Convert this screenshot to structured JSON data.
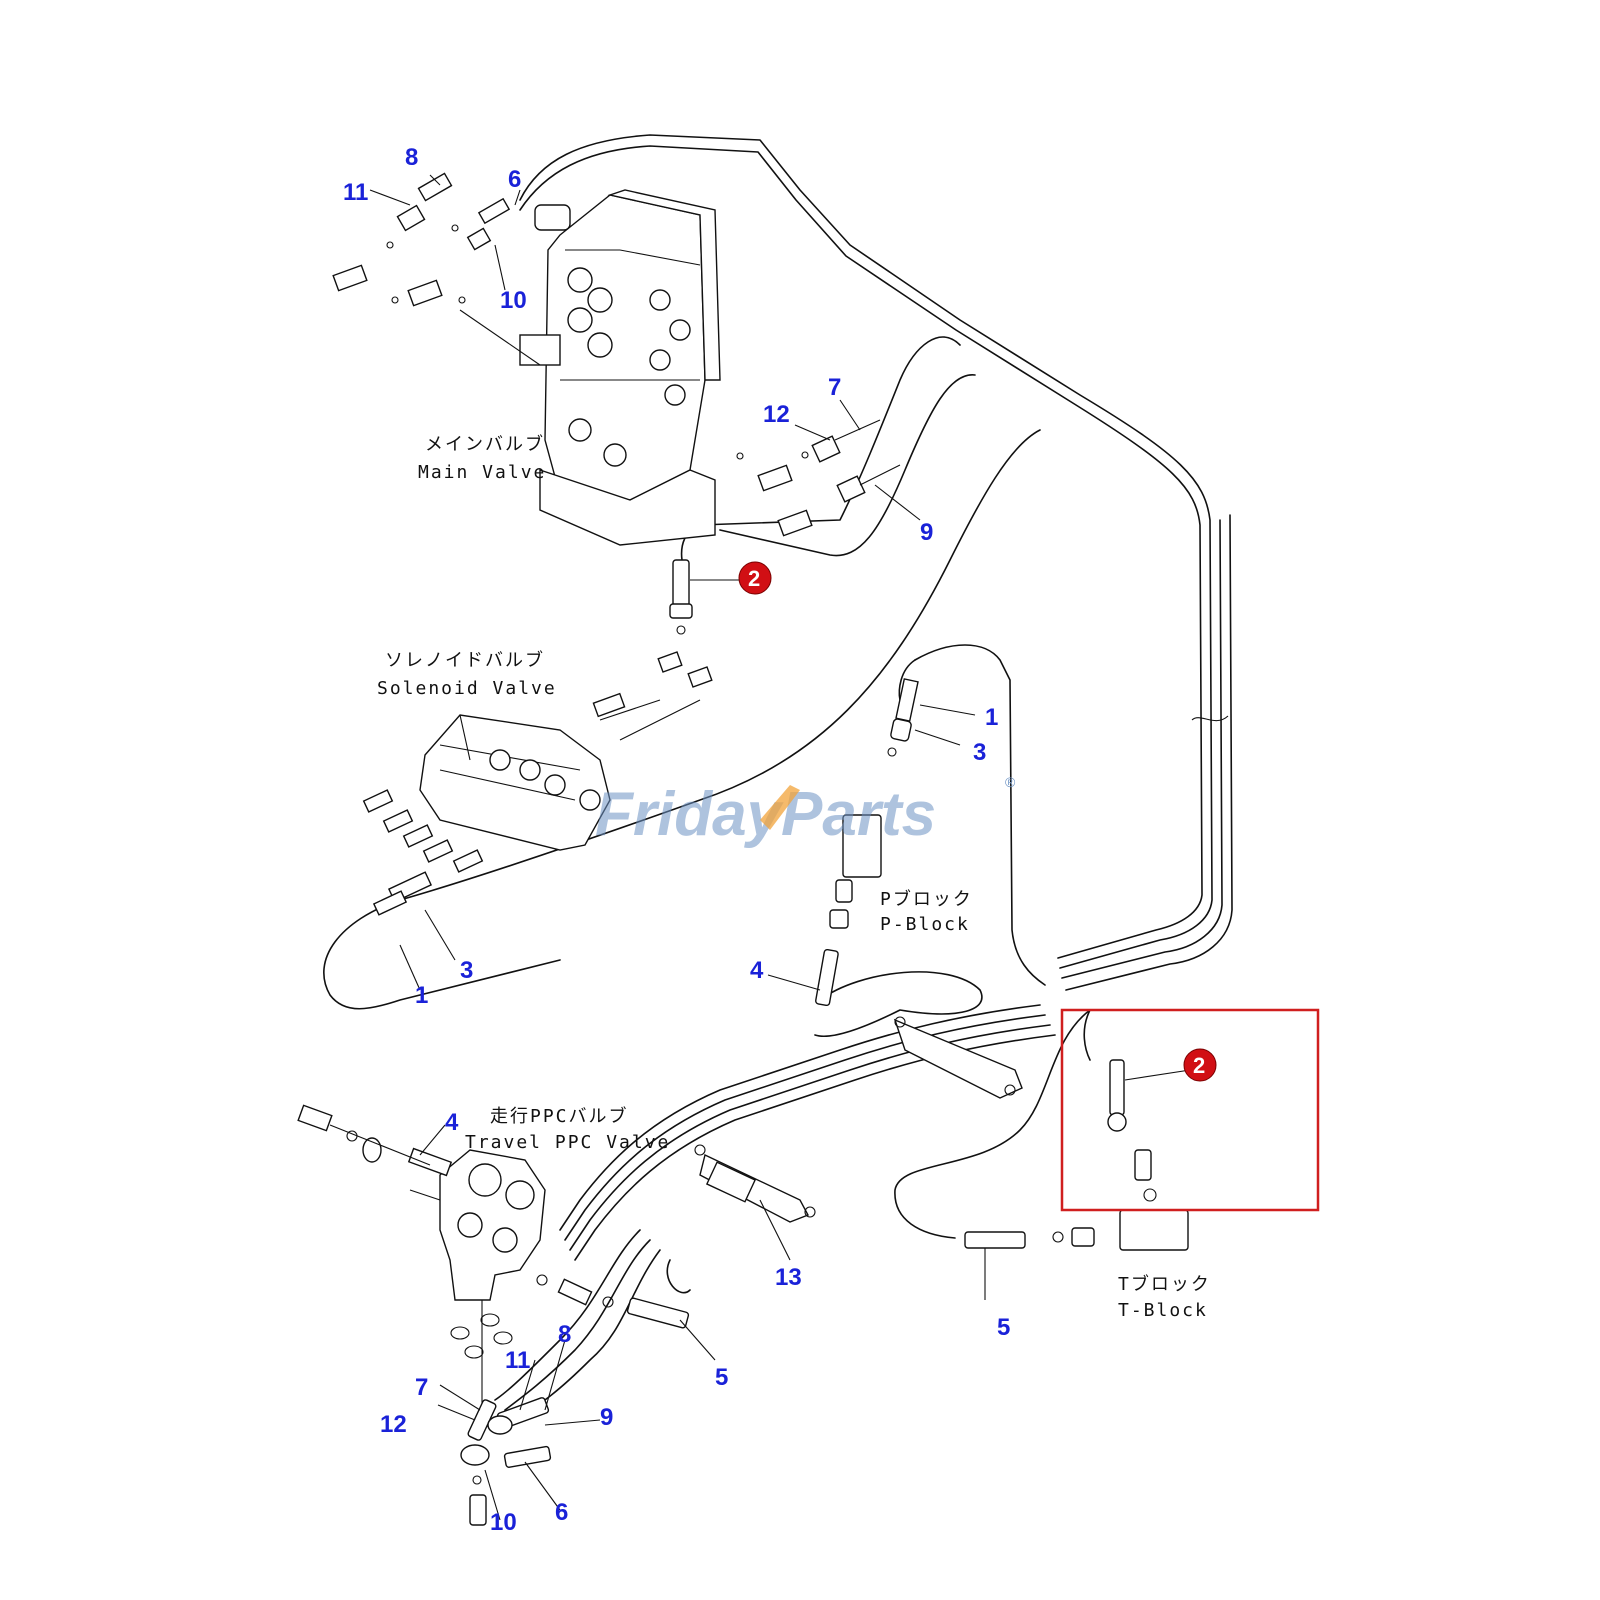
{
  "watermark": {
    "text": "FridayParts",
    "reg": "®"
  },
  "assemblies": {
    "main_valve": {
      "jp": "メインバルブ",
      "en": "Main Valve"
    },
    "solenoid_valve": {
      "jp": "ソレノイドバルブ",
      "en": "Solenoid Valve"
    },
    "p_block": {
      "jp": "Pブロック",
      "en": "P-Block"
    },
    "t_block": {
      "jp": "Tブロック",
      "en": "T-Block"
    },
    "travel_ppc_valve": {
      "jp": "走行PPCバルブ",
      "en": "Travel PPC Valve"
    }
  },
  "callouts": [
    "8",
    "11",
    "6",
    "10",
    "7",
    "12",
    "9",
    "1",
    "3",
    "3",
    "1",
    "4",
    "4",
    "5",
    "5",
    "13",
    "8",
    "11",
    "7",
    "12",
    "9",
    "10",
    "6"
  ],
  "highlight_ref": "2",
  "colors": {
    "callout": "#1a22d8",
    "badge": "#d10f14",
    "highlight_box": "#d01f1f",
    "watermark": "#6d93c4"
  }
}
